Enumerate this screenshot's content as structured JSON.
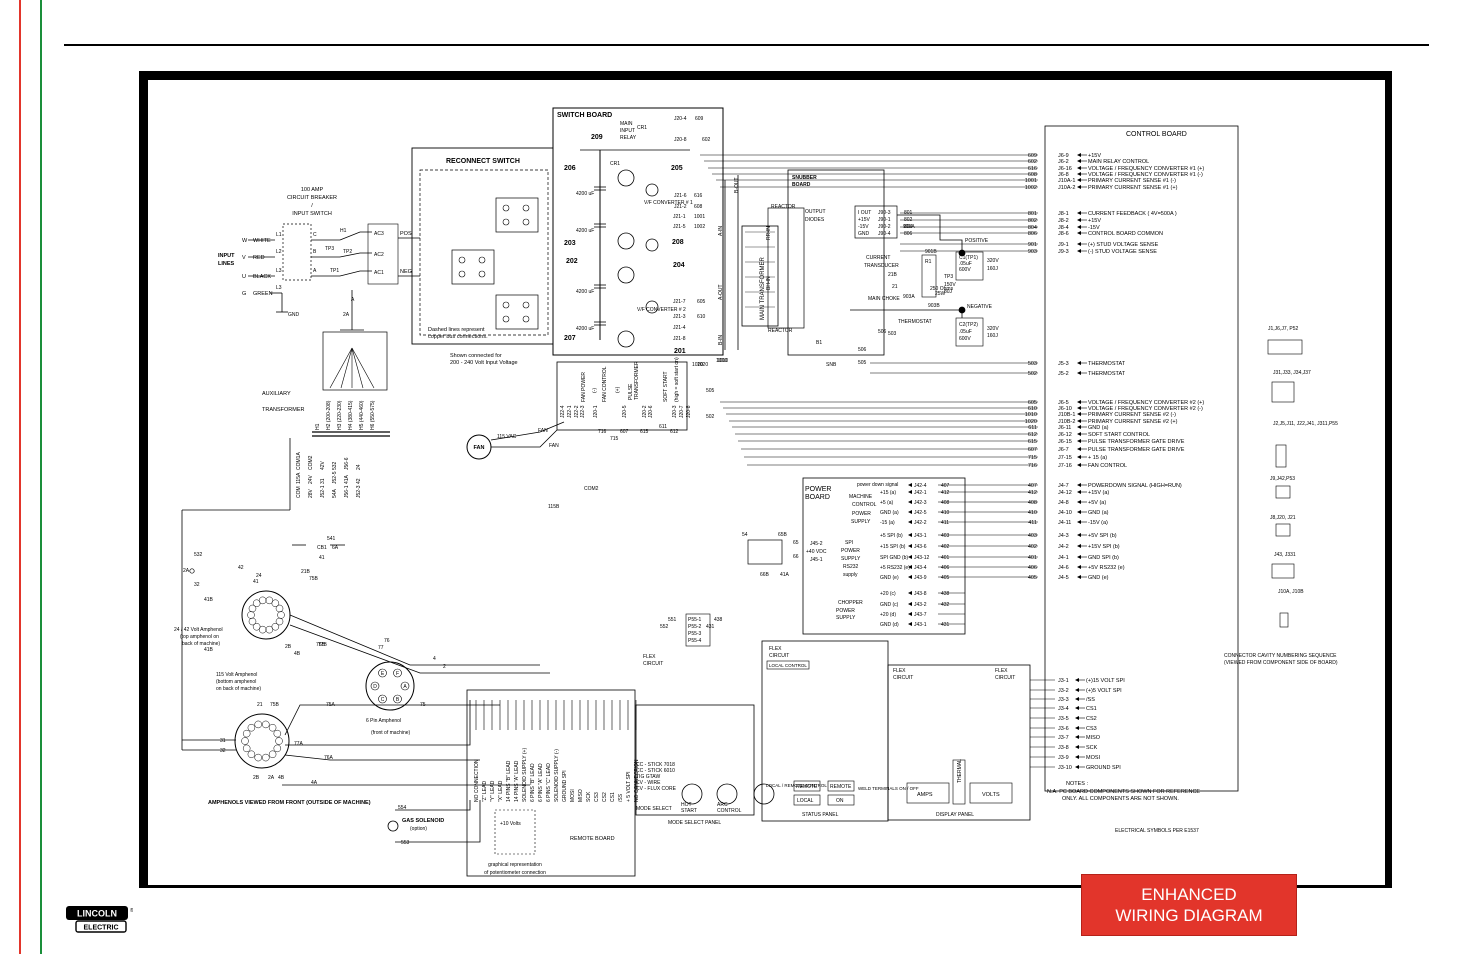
{
  "page": {
    "button_line1": "ENHANCED",
    "button_line2": "WIRING DIAGRAM"
  },
  "logo": {
    "line1": "LINCOLN",
    "line2": "ELECTRIC"
  },
  "colors": {
    "red": "#e2352b",
    "green": "#1a8f3a",
    "black": "#000000"
  },
  "d": {
    "switch_board": "SWITCH BOARD",
    "control_board": "CONTROL BOARD",
    "reconnect_switch": "RECONNECT SWITCH",
    "breaker": [
      "100 AMP",
      "CIRCUIT BREAKER",
      "/",
      "INPUT SWITCH"
    ],
    "input_lines": [
      "INPUT",
      "LINES"
    ],
    "input_wires": [
      "W",
      "WHITE",
      "V",
      "RED",
      "U",
      "BLACK",
      "G",
      "GREEN",
      "GND"
    ],
    "breaker_pins": [
      "L1",
      "L2",
      "L3",
      "L3",
      "C",
      "B",
      "A"
    ],
    "tp": [
      "TP3",
      "TP2",
      "TP1",
      "H1",
      "AC3",
      "AC2",
      "AC1",
      "POS",
      "NEG",
      "A",
      "2A"
    ],
    "aux1": "AUXILIARY",
    "aux2": "TRANSFORMER",
    "aux_taps": [
      "H1",
      "H2 (200-208)",
      "H3 (220-230)",
      "H4 (380-415)",
      "H5 (440-460)",
      "H6 (550-575)"
    ],
    "aux_sec": [
      "COM1A",
      "115A",
      "COM",
      "COM2",
      "24V",
      "28V",
      "42V",
      "31",
      "J52-1",
      "532",
      "J52-5",
      "54A",
      "J56-6",
      "41A",
      "J56-1",
      "24",
      "42",
      "J52-3"
    ],
    "cb1": [
      "541",
      "CB1",
      "6A",
      "41",
      "532",
      "2A",
      "32",
      "42",
      "24",
      "41"
    ],
    "relay": [
      "MAIN",
      "INPUT",
      "RELAY",
      "CR1",
      "J20-4",
      "J20-8",
      "609",
      "602",
      "CR1"
    ],
    "nodes": [
      "209",
      "206",
      "205",
      "203",
      "202",
      "204",
      "208",
      "207",
      "201"
    ],
    "caps": [
      "4200 uF",
      "4200 uF",
      "4200 uF",
      "4200 uF"
    ],
    "vf1": "V/F CONVERTER # 1",
    "vf2": "V/F CONVERTER # 2",
    "vf_pins": [
      "J21-6",
      "616",
      "J21-2",
      "608",
      "J21-1",
      "1001",
      "J21-5",
      "1002",
      "J21-7",
      "605",
      "J21-3",
      "610",
      "J21-4",
      "J21-8",
      "1020",
      "1010"
    ],
    "xfmr": "MAIN TRANSFORMER",
    "xfmr_pins": [
      "A-IN",
      "B-OUT",
      "A-OUT",
      "B-IN",
      "S",
      "S",
      "S",
      "S"
    ],
    "snubber": [
      "SNUBBER",
      "BOARD"
    ],
    "reactor": "REACTOR",
    "output_diodes": [
      "OUTPUT",
      "DIODES"
    ],
    "diode_labels": [
      "RR-IN",
      "BH-IN"
    ],
    "ctrans": [
      "CURRENT",
      "TRANSDUCER"
    ],
    "ct_pins": [
      "I OUT",
      "+15V",
      "-15V",
      "GND",
      "J90-3",
      "J90-1",
      "J90-2",
      "J90-4",
      "801",
      "802",
      "804",
      "806",
      "901A",
      "B1",
      "SNB"
    ],
    "main_choke": "MAIN CHOKE",
    "thermostat": "THERMOSTAT",
    "positive": "POSITIVE",
    "negative": "NEGATIVE",
    "out_misc": [
      "901B",
      "R1",
      "21B",
      "21",
      "903A",
      "903B",
      "TP3",
      "150V",
      "80J",
      "250 Ohms",
      "25W",
      "C1(TP1)",
      ".05uF",
      "600V",
      "320V",
      "160J",
      "C2(TP2)",
      ".05uF",
      "600V",
      "320V",
      "160J",
      "506",
      "503",
      "506",
      "505"
    ],
    "fan": "FAN",
    "fan_misc": [
      "115 VAC",
      "FAN",
      "FAN",
      "COM2",
      "115B"
    ],
    "pulse": [
      "PULSE",
      "TRANSFORMER"
    ],
    "soft_start": [
      "SOFT START",
      "(high = soft start on)"
    ],
    "fan_ctrl": [
      "FAN POWER",
      "(-)",
      "FAN CONTROL",
      "(+)"
    ],
    "j22": [
      "J22-4",
      "J22-1",
      "J22-2",
      "J22-3",
      "J20-1",
      "J20-5",
      "J20-2",
      "J20-6",
      "J20-3",
      "J20-7",
      "J20-8",
      "716",
      "715",
      "607",
      "615",
      "612",
      "611",
      "505",
      "502",
      "1020",
      "1010"
    ],
    "cb_sig": [
      [
        "609",
        "J6-9",
        "+15V"
      ],
      [
        "602",
        "J6-2",
        "MAIN RELAY CONTROL"
      ],
      [
        "616",
        "J6-16",
        "VOLTAGE / FREQUENCY CONVERTER #1 (+)"
      ],
      [
        "608",
        "J6-8",
        "VOLTAGE / FREQUENCY CONVERTER #1 (-)"
      ],
      [
        "1001",
        "J10A-1",
        "PRIMARY CURRENT SENSE #1 (-)"
      ],
      [
        "1002",
        "J10A-2",
        "PRIMARY CURRENT SENSE #1 (+)"
      ],
      [
        "801",
        "J8-1",
        "CURRENT FEEDBACK     ( 4V=500A )"
      ],
      [
        "802",
        "J8-2",
        "+15V"
      ],
      [
        "804",
        "J8-4",
        "-15V"
      ],
      [
        "806",
        "J8-6",
        "CONTROL BOARD COMMON"
      ],
      [
        "901",
        "J9-1",
        "(+) STUD VOLTAGE SENSE"
      ],
      [
        "903",
        "J9-3",
        "(-) STUD VOLTAGE SENSE"
      ],
      [
        "503",
        "J5-3",
        "THERMOSTAT"
      ],
      [
        "502",
        "J5-2",
        "THERMOSTAT"
      ],
      [
        "605",
        "J6-5",
        "VOLTAGE / FREQUENCY CONVERTER #2 (+)"
      ],
      [
        "610",
        "J6-10",
        "VOLTAGE / FREQUENCY CONVERTER #2 (-)"
      ],
      [
        "1010",
        "J10B-1",
        "PRIMARY CURRENT SENSE #2 (-)"
      ],
      [
        "1020",
        "J10B-2",
        "PRIMARY CURRENT SENSE #2 (+)"
      ],
      [
        "611",
        "J6-11",
        "GND (a)"
      ],
      [
        "612",
        "J6-12",
        "SOFT START CONTROL"
      ],
      [
        "615",
        "J6-15",
        "PULSE TRANSFORMER GATE DRIVE"
      ],
      [
        "607",
        "J6-7",
        "PULSE TRANSFORMER GATE DRIVE"
      ],
      [
        "715",
        "J7-15",
        "+ 15 (a)"
      ],
      [
        "716",
        "J7-16",
        "FAN CONTROL"
      ],
      [
        "407",
        "J4-7",
        "POWERDOWN SIGNAL (HIGH=RUN)"
      ],
      [
        "412",
        "J4-12",
        "+15V (a)"
      ],
      [
        "408",
        "J4-8",
        "+5V (a)"
      ],
      [
        "410",
        "J4-10",
        "GND (a)"
      ],
      [
        "411",
        "J4-11",
        "-15V (a)"
      ],
      [
        "403",
        "J4-3",
        "+5V SPI (b)"
      ],
      [
        "402",
        "J4-2",
        "+15V SPI (b)"
      ],
      [
        "401",
        "J4-1",
        "GND  SPI (b)"
      ],
      [
        "406",
        "J4-6",
        "+5V RS232 (e)"
      ],
      [
        "405",
        "J4-5",
        "GND (e)"
      ]
    ],
    "cb_j3": [
      [
        "J3-1",
        "(+)15 VOLT SPI"
      ],
      [
        "J3-2",
        "(+)5 VOLT SPI"
      ],
      [
        "J3-3",
        "/SS"
      ],
      [
        "J3-4",
        "CS1"
      ],
      [
        "J3-5",
        "CS2"
      ],
      [
        "J3-6",
        "CS3"
      ],
      [
        "J3-7",
        "MISO"
      ],
      [
        "J3-8",
        "SCK"
      ],
      [
        "J3-9",
        "MOSI"
      ],
      [
        "J3-10",
        "GROUND SPI"
      ]
    ],
    "power_board": [
      "POWER",
      "BOARD"
    ],
    "pb_groups": [
      "power down signal",
      "MACHINE",
      "CONTROL",
      "POWER",
      "SUPPLY",
      "SPI",
      "POWER",
      "SUPPLY",
      "RS232",
      "supply",
      "CHOPPER",
      "POWER",
      "SUPPLY"
    ],
    "pb_rows": [
      [
        "",
        "J42-4",
        "407"
      ],
      [
        "+15 (a)",
        "J42-1",
        "412"
      ],
      [
        "+5 (a)",
        "J42-3",
        "408"
      ],
      [
        "GND (a)",
        "J42-5",
        "410"
      ],
      [
        "-15 (a)",
        "J42-2",
        "411"
      ],
      [
        "+5 SPI (b)",
        "J43-1",
        "403"
      ],
      [
        "+15 SPI (b)",
        "J43-6",
        "402"
      ],
      [
        "SPI GND (b)",
        "J43-12",
        "401"
      ],
      [
        "+5 RS232 (e)",
        "J43-4",
        "406"
      ],
      [
        "GND (e)",
        "J43-9",
        "405"
      ],
      [
        "+20 (c)",
        "J43-8",
        "438"
      ],
      [
        "GND (c)",
        "J43-2",
        "432"
      ],
      [
        "+20 (d)",
        "J43-7",
        ""
      ],
      [
        "GND (d)",
        "J43-1",
        "431"
      ]
    ],
    "bridge": [
      "54",
      "65B",
      "65",
      "66",
      "J45-2",
      "+40 VDC",
      "J45-1",
      "66B",
      "41A"
    ],
    "p55": [
      "551",
      "552",
      "P55-1",
      "P55-2",
      "P55-3",
      "P55-4",
      "438",
      "431"
    ],
    "amph1": [
      "24 / 42 Volt Amphenol",
      "(top amphenol on",
      "back of machine)"
    ],
    "amph2": [
      "115 Volt Amphenol",
      "(bottom amphenol",
      "on back of machine)"
    ],
    "amph3": [
      "6 Pin Amphenol",
      "(front of machine)"
    ],
    "amph_footer": "AMPHENOLS VIEWED FROM FRONT (OUTSIDE OF MACHINE)",
    "amph_wires": [
      "21B",
      "75B",
      "77B",
      "76B",
      "2B",
      "4B",
      "41B",
      "41B",
      "76",
      "77",
      "4",
      "2",
      "75",
      "75A",
      "77A",
      "76A",
      "4A",
      "21",
      "75B",
      "31",
      "32",
      "2B",
      "2A",
      "4B"
    ],
    "gas": [
      "GAS SOLENOID",
      "(option)",
      "554",
      "553"
    ],
    "remote_board": "REMOTE BOARD",
    "pot": [
      "graphical representation",
      "of potentiometer connection"
    ],
    "ten_volts": "+10 Volts",
    "remote_pins": [
      "NO CONNECTION",
      "\"Z\" LEAD",
      "\"Y\" LEAD",
      "\"X\" LEAD",
      "14 PINS \"B\" LEAD",
      "14 PINS \"A\" LEAD",
      "SOLENOID SUPPLY (+)",
      "6 PINS \"B\" LEAD",
      "6 PINS \"A\" LEAD",
      "6 PINS \"C\" LEAD",
      "SOLENOID SUPPLY (-)",
      "GROUND SPI",
      "MOSI",
      "MISO",
      "SCK",
      "CS3",
      "CS2",
      "CS1",
      "/SS",
      "+ 5 VOLT SPI",
      "NO CONNECTION"
    ],
    "flex": [
      "FLEX",
      "CIRCUIT"
    ],
    "local_control": "LOCAL CONTROL",
    "mode_select": [
      "CC - STICK 7018",
      "CC - STICK 6010",
      "TIG GTAW",
      "CV - WIRE",
      "CV - FLUX CORE",
      "MODE SELECT",
      "HOT",
      "START",
      "ARC",
      "CONTROL",
      "MODE SELECT  PANEL"
    ],
    "status_panel": [
      "LOCAL / REMOTE CONTROL",
      "REMOTE",
      "LOCAL",
      "REMOTE",
      "ON",
      "WELD TERMINALS ON / OFF",
      "STATUS PANEL"
    ],
    "display_panel": [
      "AMPS",
      "THERMAL",
      "VOLTS",
      "DISPLAY PANEL"
    ],
    "connectors": [
      "J1,J6,J7, P52",
      "J31,J33, J34,J37",
      "J2,J5,J11, J22,J41, J311,P55",
      "J9,J42,P53",
      "J8,J20, J21",
      "J43, J331",
      "J10A, J10B"
    ],
    "conn_note": [
      "CONNECTOR CAVITY NUMBERING SEQUENCE",
      "(VIEWED FROM COMPONENT SIDE OF BOARD)"
    ],
    "notes": [
      "NOTES :",
      "N.A.  PC BOARD COMPONENTS SHOWN FOR REFERENCE",
      "ONLY.  ALL COMPONENTS ARE NOT SHOWN."
    ],
    "elec_symbols": "ELECTRICAL SYMBOLS PER E1537",
    "dashed_note": [
      "Dashed lines represent",
      "copper bus connections."
    ],
    "shown_note": [
      "Shown connected for",
      "200 - 240 Volt Input Voltage"
    ]
  }
}
